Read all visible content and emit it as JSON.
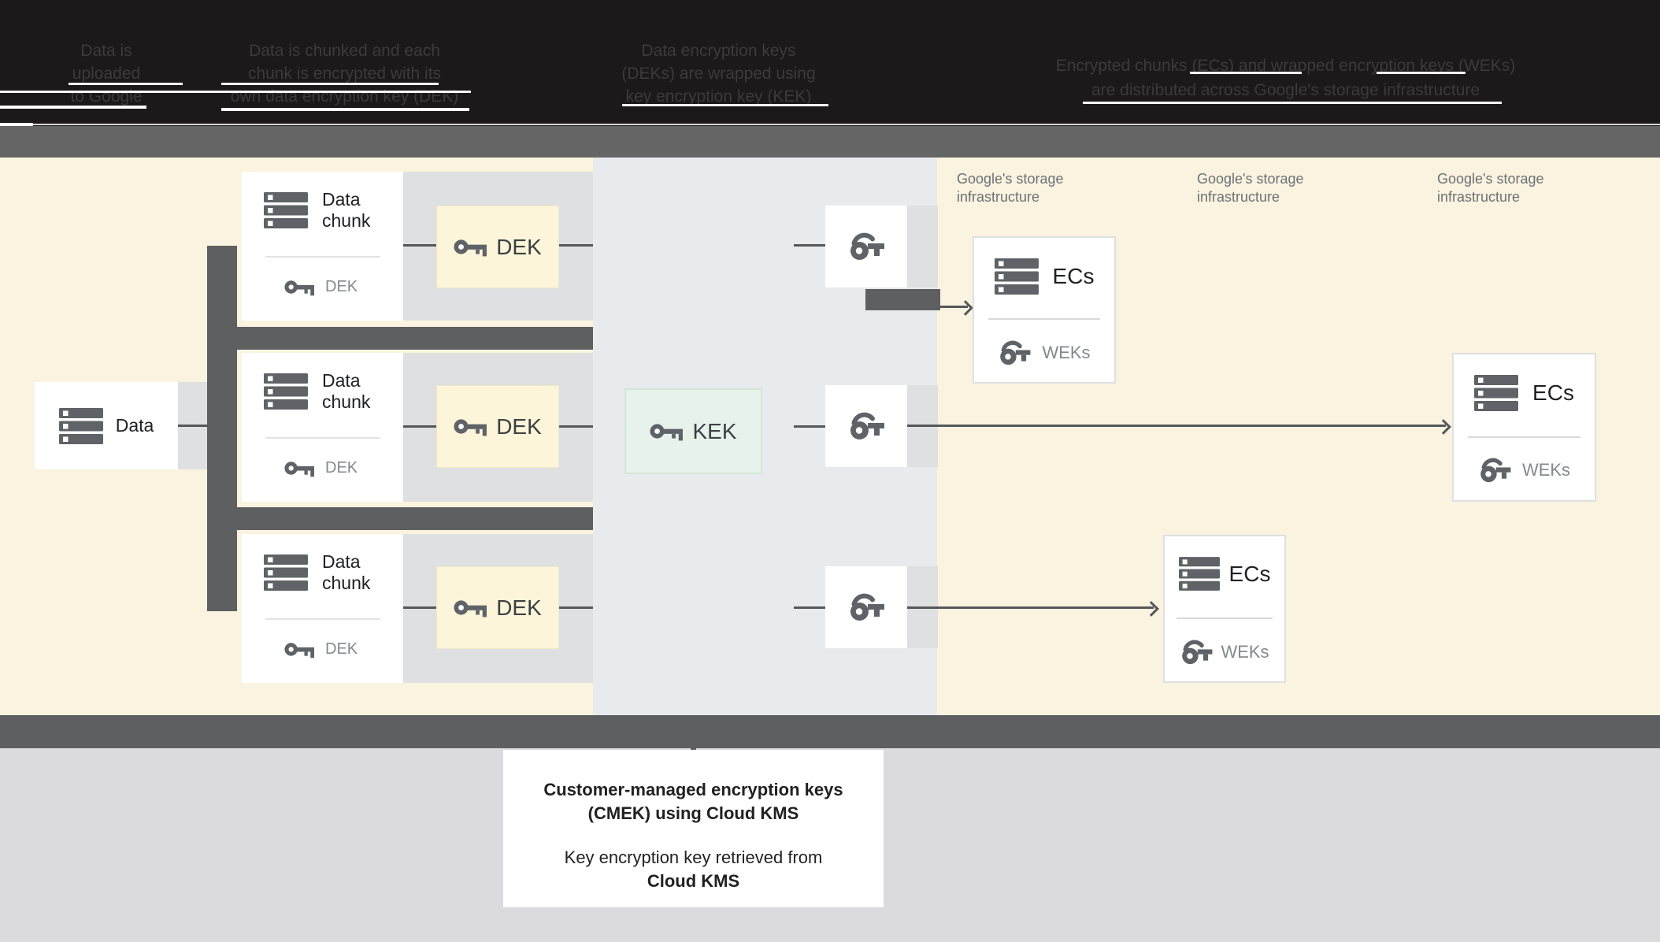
{
  "header": {
    "steps": [
      {
        "lines": [
          "Data is",
          "uploaded",
          "to Google"
        ]
      },
      {
        "lines": [
          "Data is chunked and each",
          "chunk is encrypted with its",
          "own data encryption key (DEK)"
        ]
      },
      {
        "lines": [
          "Data encryption keys",
          "(DEKs) are wrapped using",
          "key encryption key (KEK)"
        ]
      },
      {
        "lines": [
          "Encrypted chunks (ECs) and wrapped encryption keys (WEKs)",
          "are distributed across Google's storage infrastructure"
        ]
      }
    ]
  },
  "diagram": {
    "storage_label": {
      "line1": "Google's storage",
      "line2": "infrastructure"
    },
    "data_box": {
      "label": "Data"
    },
    "chunk_box": {
      "line1": "Data",
      "line2": "chunk",
      "key_label": "DEK"
    },
    "dek_box": {
      "label": "DEK"
    },
    "kek_box": {
      "label": "KEK"
    },
    "ecs_box": {
      "label": "ECs",
      "key_label": "WEKs"
    }
  },
  "icons": {
    "data": "data-stack-icon",
    "key": "key-icon",
    "wrapped_key": "wrapped-key-icon"
  },
  "caption": {
    "line1": "Customer-managed encryption keys",
    "line2": "(CMEK) using Cloud KMS",
    "line3": "Key encryption key retrieved from",
    "line4": "Cloud KMS"
  },
  "colors": {
    "header_bg": "#1b1919",
    "header_text": "#3b3b3b",
    "strip": "#656565",
    "cream": "#FAF3DF",
    "blue_band": "#E8EBED",
    "shadow": "#DFE0E1",
    "dark": "#5E5F61",
    "line": "#55575A",
    "dek_bg": "#FCF5DA",
    "kek_bg": "#E7F2EB",
    "kek_border": "#D3E6DA",
    "box_border": "#DEE0E1",
    "text_primary": "#202124",
    "text_secondary": "#84888C",
    "label_gray": "#6D7176",
    "icon_gray": "#5F6368",
    "bottom_bg": "#DBDBDD",
    "caption_text": "#212121"
  }
}
